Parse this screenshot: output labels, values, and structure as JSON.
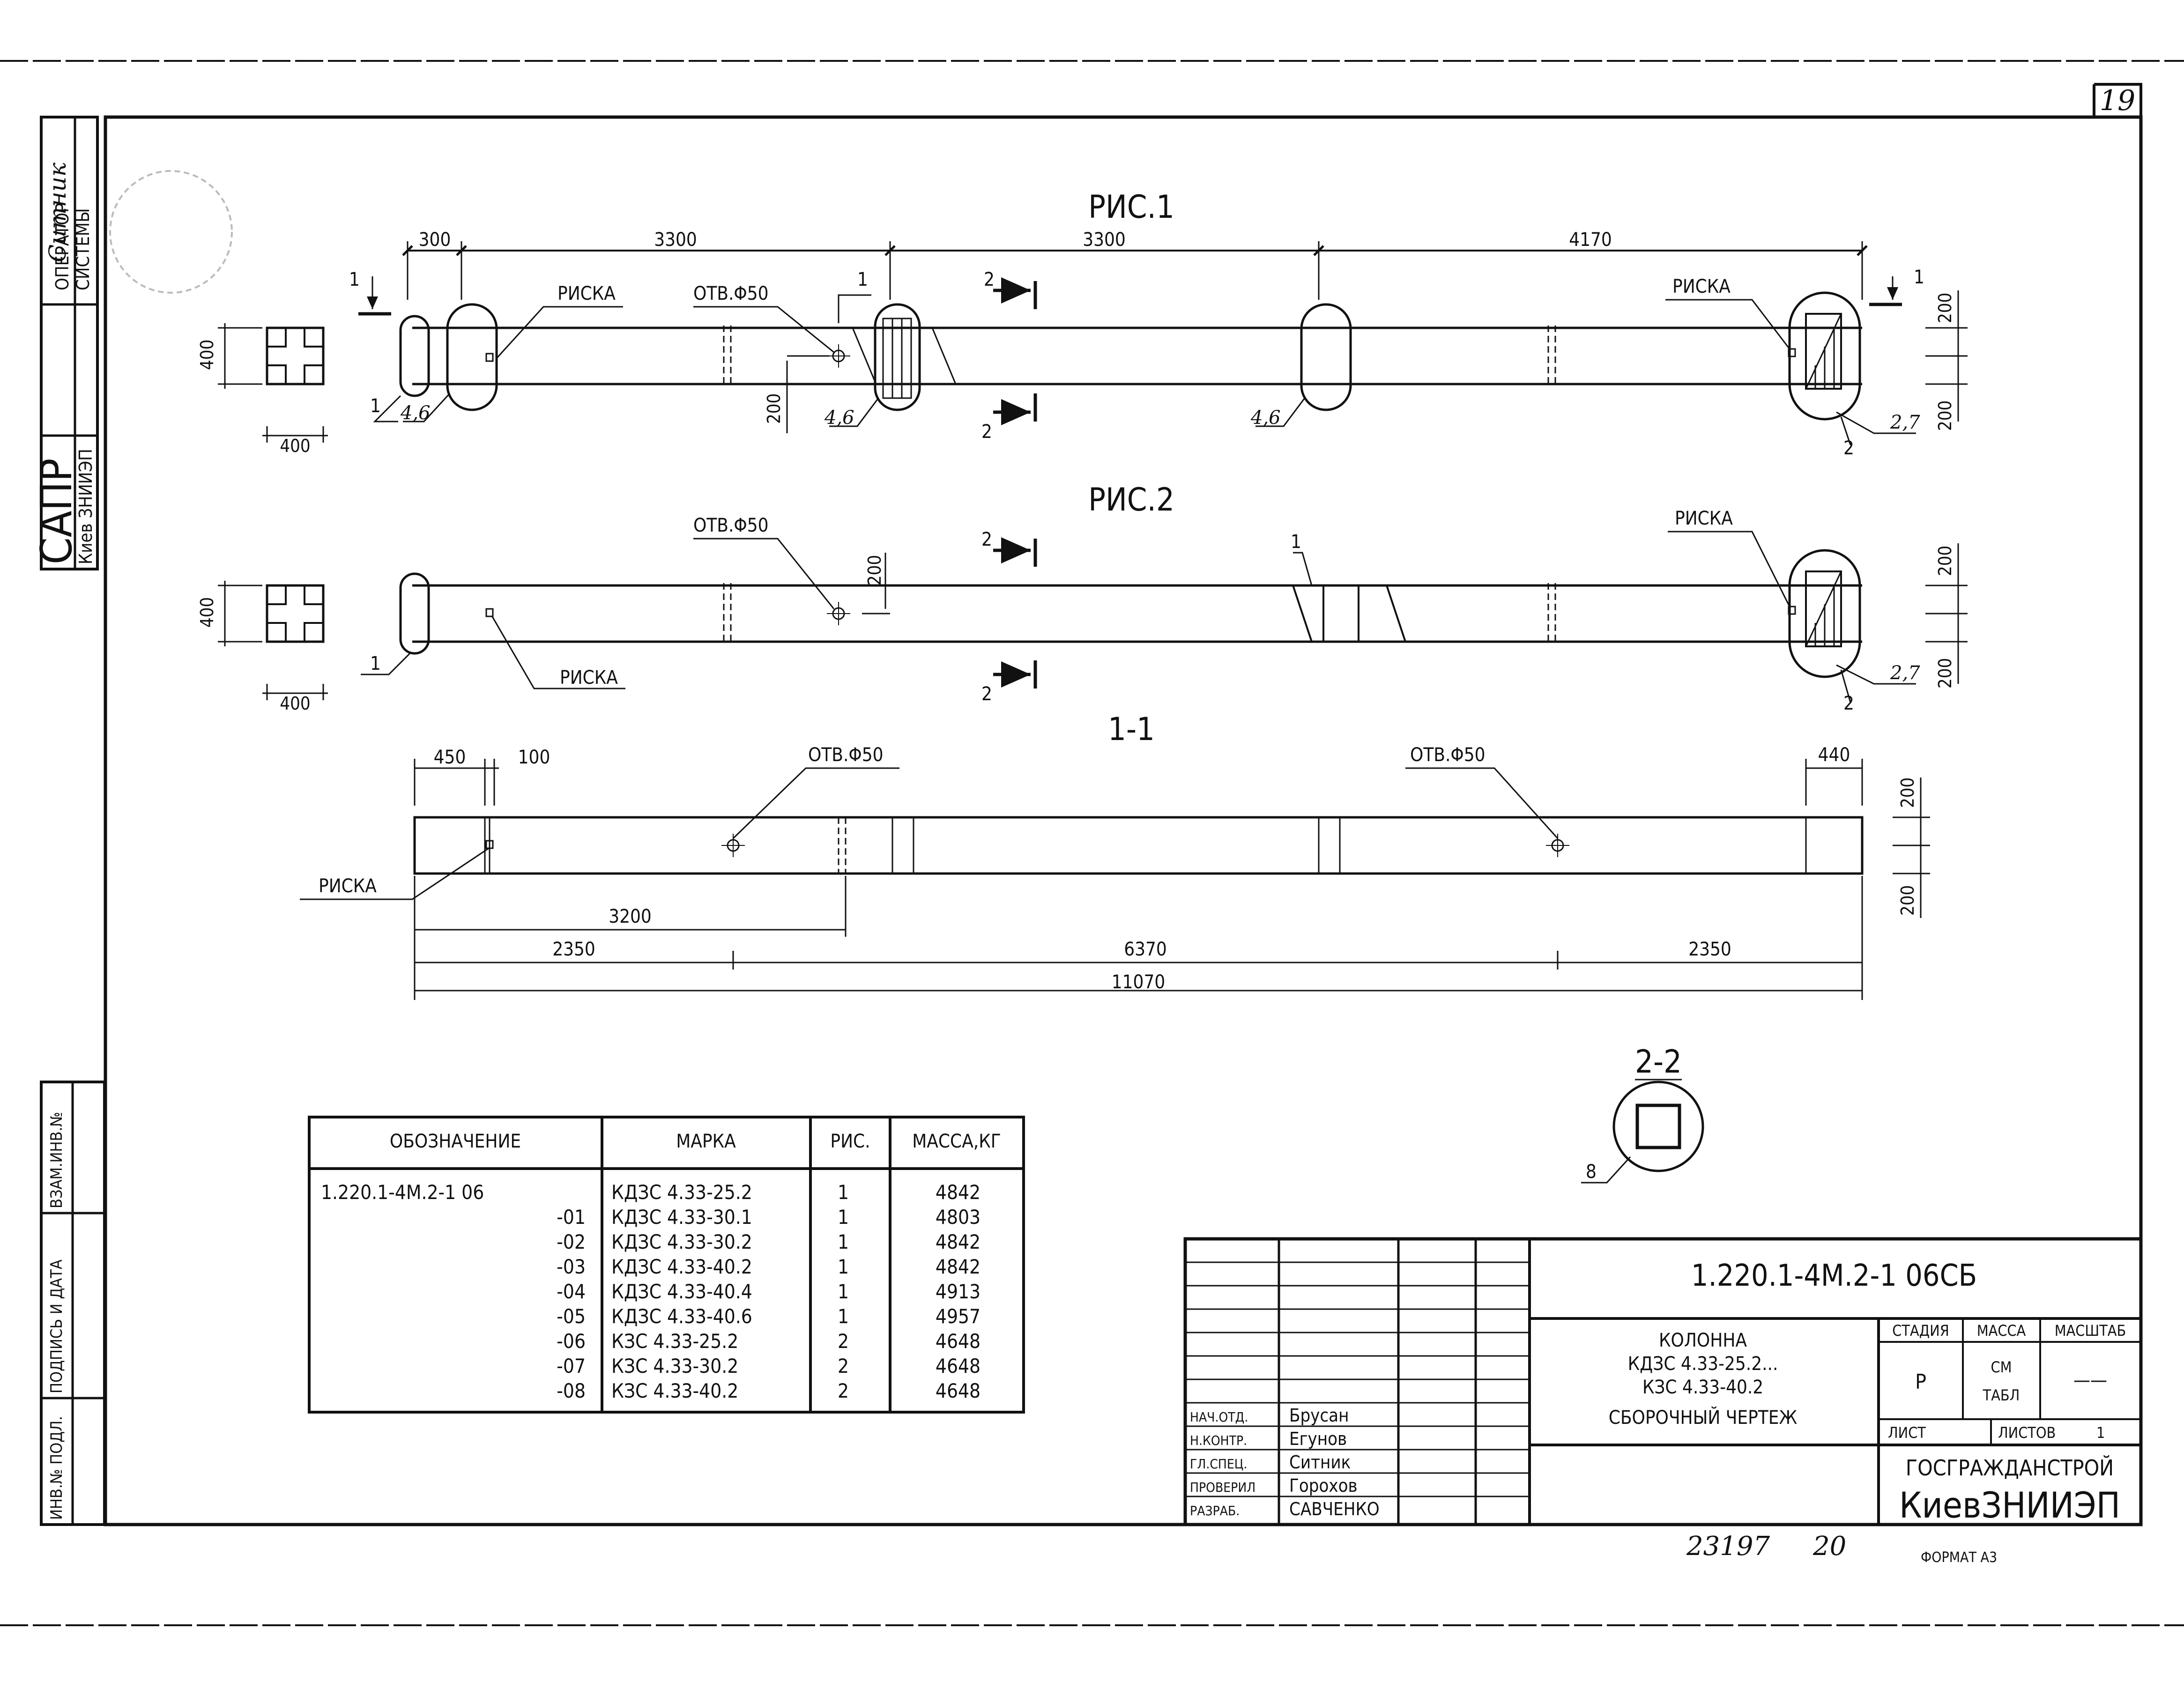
{
  "sheet_number": "19",
  "figures": {
    "fig1_title": "РИС.1",
    "fig2_title": "РИС.2",
    "section11_title": "1-1",
    "section22_title": "2-2"
  },
  "labels": {
    "riska": "РИСКА",
    "hole": "ОТВ.Φ50",
    "sec1": "1",
    "sec2": "2",
    "pos1": "1",
    "pos2": "2",
    "pos8": "8",
    "p46": "4,6",
    "p27": "2,7"
  },
  "dimensions": {
    "fig1_top": [
      "300",
      "3300",
      "3300",
      "4170"
    ],
    "d400": "400",
    "d200": "200",
    "sec11_top": [
      "450",
      "100",
      "440"
    ],
    "sec11_bottom": [
      "3200",
      "2350",
      "6370",
      "2350",
      "11070"
    ]
  },
  "spec_table": {
    "headers": [
      "ОБОЗНАЧЕНИЕ",
      "МАРКА",
      "РИС.",
      "МАССА,КГ"
    ],
    "rows": [
      [
        "1.220.1-4М.2-1 06",
        "КДЗС 4.33-25.2",
        "1",
        "4842"
      ],
      [
        "-01",
        "КДЗС 4.33-30.1",
        "1",
        "4803"
      ],
      [
        "-02",
        "КДЗС 4.33-30.2",
        "1",
        "4842"
      ],
      [
        "-03",
        "КДЗС 4.33-40.2",
        "1",
        "4842"
      ],
      [
        "-04",
        "КДЗС 4.33-40.4",
        "1",
        "4913"
      ],
      [
        "-05",
        "КДЗС 4.33-40.6",
        "1",
        "4957"
      ],
      [
        "-06",
        "КЗС 4.33-25.2",
        "2",
        "4648"
      ],
      [
        "-07",
        "КЗС 4.33-30.2",
        "2",
        "4648"
      ],
      [
        "-08",
        "КЗС 4.33-40.2",
        "2",
        "4648"
      ]
    ]
  },
  "title_block": {
    "doc_code": "1.220.1-4М.2-1 06СБ",
    "name_lines": [
      "КОЛОННА",
      "КДЗС 4.33-25.2...",
      "КЗС 4.33-40.2",
      "СБОРОЧНЫЙ ЧЕРТЕЖ"
    ],
    "stage_header": "СТАДИЯ",
    "mass_header": "МАССА",
    "scale_header": "МАСШТАБ",
    "stage": "Р",
    "mass_line1": "СМ",
    "mass_line2": "ТАБЛ",
    "scale": "——",
    "sheet_label": "ЛИСТ",
    "sheets_label": "ЛИСТОВ",
    "sheets_count": "1",
    "org_line1": "ГОСГРАЖДАНСТРОЙ",
    "org_line2": "КиевЗНИИЭП",
    "signers": [
      {
        "role": "НАЧ.ОТД.",
        "name": "Брусан"
      },
      {
        "role": "Н.КОНТР.",
        "name": "Егунов"
      },
      {
        "role": "ГЛ.СПЕЦ.",
        "name": "Ситник"
      },
      {
        "role": "ПРОВЕРИЛ",
        "name": "Горохов"
      },
      {
        "role": "РАЗРАБ.",
        "name": "САВЧЕНКО"
      }
    ]
  },
  "bottom": {
    "inventory": "23197",
    "page": "20",
    "format": "ФОРМАТ А3"
  },
  "side_stamps": {
    "sapr_main": "САПР",
    "sapr_sub": "Киев ЗНИИЭП",
    "operator_l1": "ОПЕРАТОР",
    "operator_l2": "СИСТЕМЫ",
    "operator_name": "Ситник",
    "vzam": "ВЗАМ.ИНВ.№",
    "podpis": "ПОДПИСЬ И ДАТА",
    "inv": "ИНВ.№ ПОДЛ."
  }
}
